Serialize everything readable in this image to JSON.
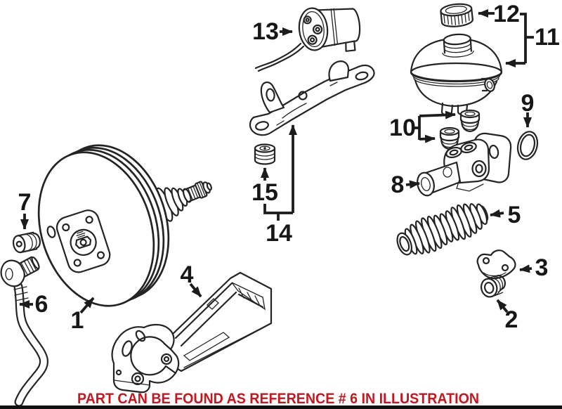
{
  "diagram": {
    "colors": {
      "background": "#ffffff",
      "line": "#242424",
      "label": "#171717",
      "notice_red": "#c9161d",
      "footer_bar": "#101010"
    },
    "notice": {
      "text": "PART CAN BE FOUND AS REFERENCE # 6 IN ILLUSTRATION",
      "color": "#c9161d"
    },
    "callouts": [
      {
        "ref": "1"
      },
      {
        "ref": "2"
      },
      {
        "ref": "3"
      },
      {
        "ref": "4"
      },
      {
        "ref": "5"
      },
      {
        "ref": "6"
      },
      {
        "ref": "7"
      },
      {
        "ref": "8"
      },
      {
        "ref": "9"
      },
      {
        "ref": "10"
      },
      {
        "ref": "11"
      },
      {
        "ref": "12"
      },
      {
        "ref": "13"
      },
      {
        "ref": "14"
      },
      {
        "ref": "15"
      }
    ]
  }
}
